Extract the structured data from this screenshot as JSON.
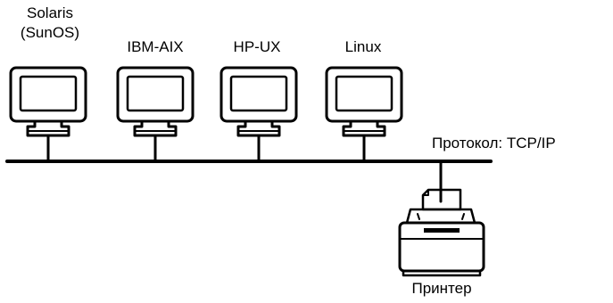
{
  "computers": [
    {
      "id": "solaris",
      "label_line1": "Solaris",
      "label_line2": "(SunOS)"
    },
    {
      "id": "ibm-aix",
      "label": "IBM-AIX"
    },
    {
      "id": "hp-ux",
      "label": "HP-UX"
    },
    {
      "id": "linux",
      "label": "Linux"
    }
  ],
  "network": {
    "protocol_label": "Протокол: TCP/IP"
  },
  "printer": {
    "label": "Принтер"
  },
  "colors": {
    "stroke": "#000000",
    "background": "#ffffff"
  }
}
